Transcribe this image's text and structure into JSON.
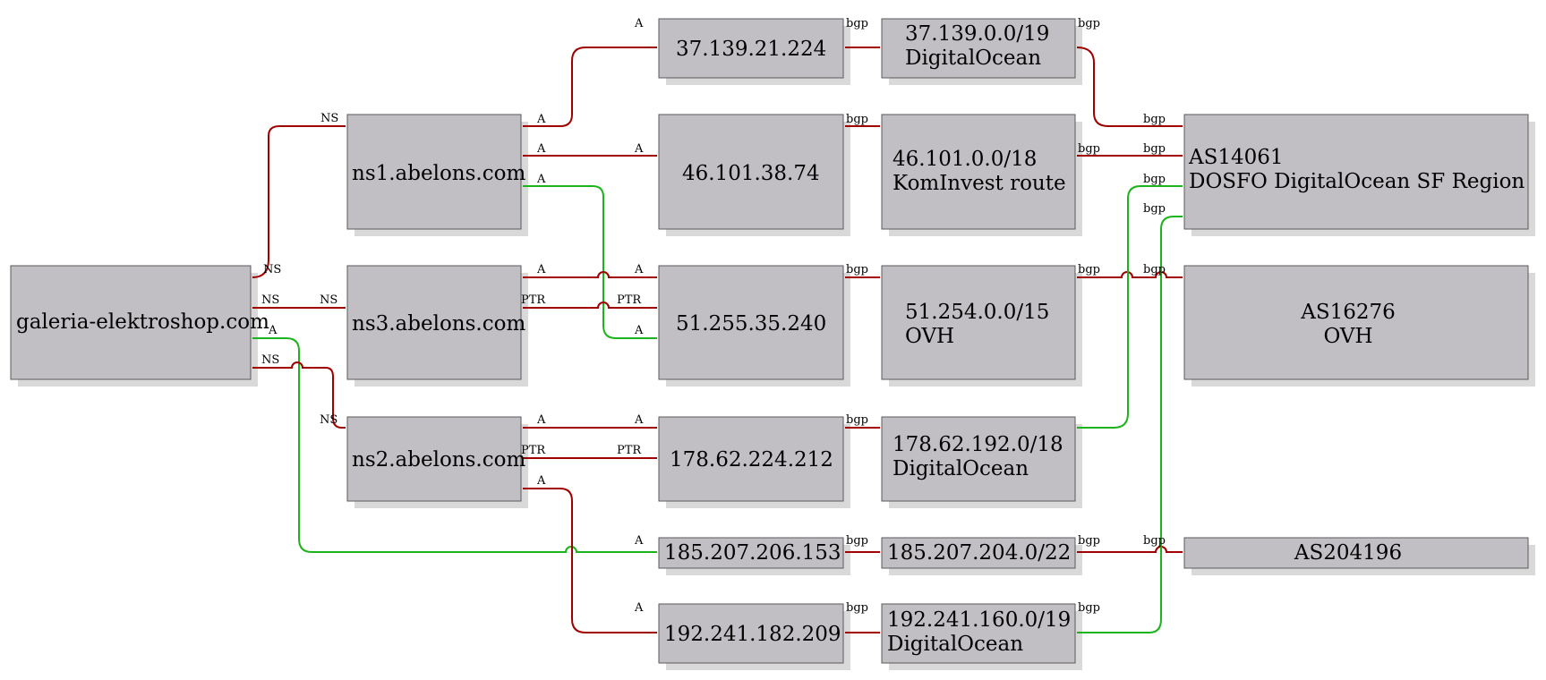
{
  "colors": {
    "box_fill": "#c2bfc4",
    "box_border": "#5a5a5a",
    "edge_red": "#a00000",
    "edge_green": "#1db31d"
  },
  "nodes": {
    "domain": [
      "galeria-elektroshop.com"
    ],
    "ns1": [
      "ns1.abelons.com"
    ],
    "ns3": [
      "ns3.abelons.com"
    ],
    "ns2": [
      "ns2.abelons.com"
    ],
    "ip1": [
      "37.139.21.224"
    ],
    "ip2": [
      "46.101.38.74"
    ],
    "ip3": [
      "51.255.35.240"
    ],
    "ip4": [
      "178.62.224.212"
    ],
    "ip5": [
      "185.207.206.153"
    ],
    "ip6": [
      "192.241.182.209"
    ],
    "pfx1": [
      "37.139.0.0/19",
      "DigitalOcean"
    ],
    "pfx2": [
      "46.101.0.0/18",
      "KomInvest route"
    ],
    "pfx3": [
      "51.254.0.0/15",
      "OVH"
    ],
    "pfx4": [
      "178.62.192.0/18",
      "DigitalOcean"
    ],
    "pfx5": [
      "185.207.204.0/22"
    ],
    "pfx6": [
      "192.241.160.0/19",
      "DigitalOcean"
    ],
    "as1": [
      "AS14061",
      "DOSFO DigitalOcean SF Region"
    ],
    "as2": [
      "AS16276",
      "OVH"
    ],
    "as3": [
      "AS204196"
    ]
  },
  "edge_labels": {
    "ns": "NS",
    "a": "A",
    "ptr": "PTR",
    "bgp": "bgp"
  }
}
